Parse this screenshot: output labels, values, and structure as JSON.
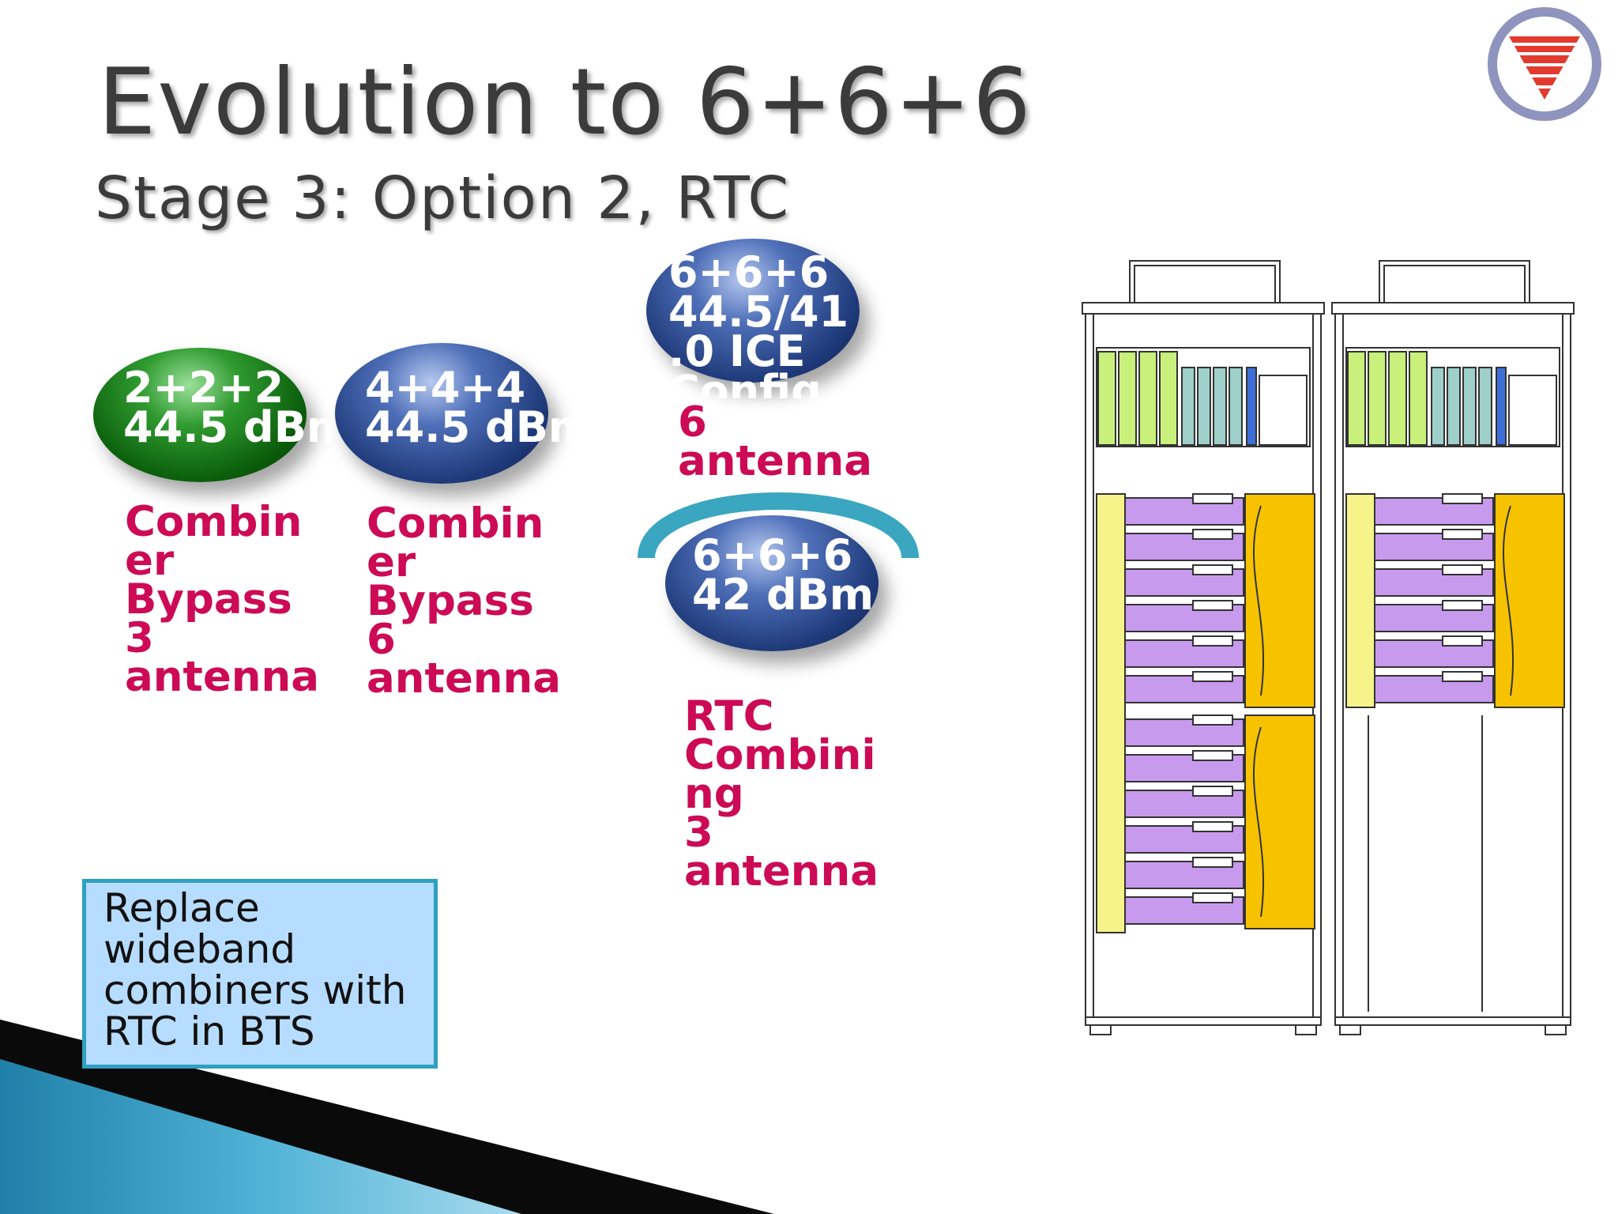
{
  "slide": {
    "title": "Evolution to 6+6+6",
    "subtitle": "Stage 3: Option 2, RTC"
  },
  "configs": [
    {
      "ellipse_text": "2+2+2\n44.5 dBm",
      "color": "green",
      "caption": "Combin\ner\nBypass\n3\nantenna"
    },
    {
      "ellipse_text": "4+4+4\n44.5 dBm",
      "color": "blue",
      "caption": "Combin\ner\nBypass\n6\nantenna"
    },
    {
      "ellipse_text": "6+6+6\n44.5/41\n.0 ICE\nConfig. 8",
      "color": "blue",
      "caption": "6\nantenna"
    },
    {
      "ellipse_text": "6+6+6\n42 dBm",
      "color": "blue",
      "caption": "RTC\nCombini\nng\n3\nantenna"
    }
  ],
  "note_box": {
    "text": "Replace\nwideband\ncombiners with\nRTC in BTS"
  },
  "colors": {
    "caption": "#cc0a55",
    "note_bg": "#b6dcff",
    "note_border": "#2ea0c0",
    "arc": "#3aa6c0",
    "module_green": "#c8f07a",
    "module_purple": "#c89aee",
    "module_orange": "#f7c300",
    "module_yellow": "#f5f38a"
  },
  "icons": {
    "logo": "triangle-in-circle-logo"
  }
}
